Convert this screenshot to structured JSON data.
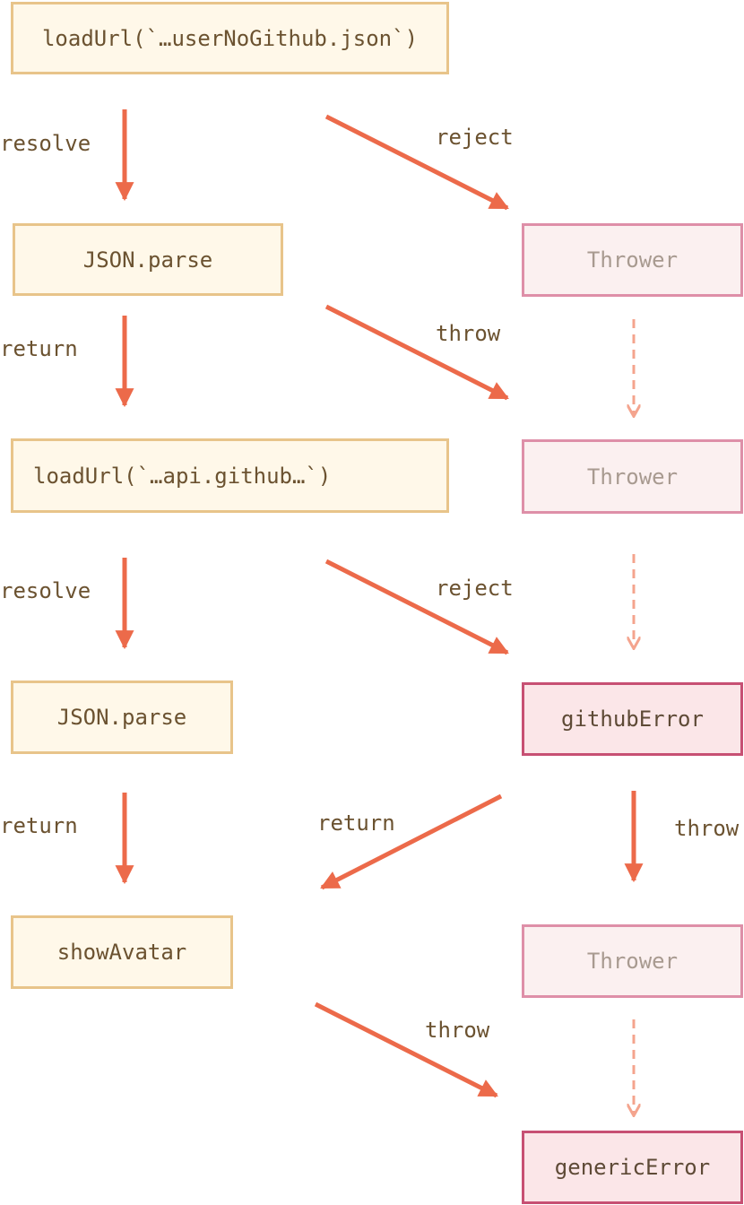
{
  "boxes": {
    "load_user": "loadUrl(`…userNoGithub.json`)",
    "json_parse_1": "JSON.parse",
    "load_github": "loadUrl(`…api.github…`)",
    "json_parse_2": "JSON.parse",
    "show_avatar": "showAvatar",
    "thrower_1": "Thrower",
    "thrower_2": "Thrower",
    "github_error": "githubError",
    "thrower_3": "Thrower",
    "generic_error": "genericError"
  },
  "labels": {
    "resolve_1": "resolve",
    "reject_1": "reject",
    "return_1": "return",
    "throw_1": "throw",
    "resolve_2": "resolve",
    "reject_2": "reject",
    "return_2": "return",
    "return_3": "return",
    "throw_2": "throw",
    "throw_3": "throw"
  },
  "colors": {
    "arrow": "#ec6a4a",
    "dashed_arrow": "#f4a48e",
    "box_fill_yellow": "#fff8e9",
    "box_border_yellow": "#e8c48a",
    "box_border_pink": "#de8fa8",
    "box_border_error": "#c75073"
  }
}
